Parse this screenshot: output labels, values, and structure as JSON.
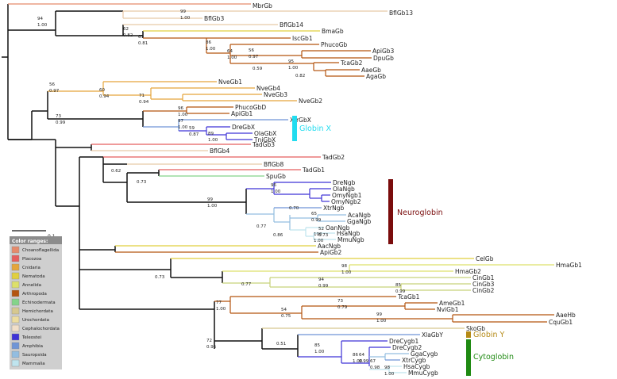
{
  "tips": [
    {
      "name": "MbrGb",
      "c": "orange"
    },
    {
      "name": "BflGb13",
      "c": "cep"
    },
    {
      "name": "BflGb3",
      "c": "cep"
    },
    {
      "name": "BflGb14",
      "c": "cep"
    },
    {
      "name": "BmaGb",
      "c": "nem"
    },
    {
      "name": "IscGb1",
      "c": "art"
    },
    {
      "name": "PhucoGb",
      "c": "art"
    },
    {
      "name": "ApiGb3",
      "c": "art"
    },
    {
      "name": "DpuGb",
      "c": "art"
    },
    {
      "name": "TcaGb2",
      "c": "art"
    },
    {
      "name": "AaeGb",
      "c": "art"
    },
    {
      "name": "AgaGb",
      "c": "art"
    },
    {
      "name": "NveGb1",
      "c": "cni"
    },
    {
      "name": "NveGb4",
      "c": "cni"
    },
    {
      "name": "NveGb3",
      "c": "cni"
    },
    {
      "name": "NveGb2",
      "c": "cni"
    },
    {
      "name": "PhucoGbD",
      "c": "art"
    },
    {
      "name": "ApiGb1",
      "c": "art"
    },
    {
      "name": "XtrGbX",
      "c": "amp"
    },
    {
      "name": "DreGbX",
      "c": "tel"
    },
    {
      "name": "OlaGbX",
      "c": "tel"
    },
    {
      "name": "TniGbX",
      "c": "tel"
    },
    {
      "name": "TadGb3",
      "c": "pla"
    },
    {
      "name": "BflGb4",
      "c": "cep"
    },
    {
      "name": "TadGb2",
      "c": "pla"
    },
    {
      "name": "BflGb8",
      "c": "cep"
    },
    {
      "name": "TadGb1",
      "c": "pla"
    },
    {
      "name": "SpuGb",
      "c": "ech"
    },
    {
      "name": "DreNgb",
      "c": "tel"
    },
    {
      "name": "OlaNgb",
      "c": "tel"
    },
    {
      "name": "OmyNgb1",
      "c": "tel"
    },
    {
      "name": "OmyNgb2",
      "c": "tel"
    },
    {
      "name": "XtrNgb",
      "c": "amp"
    },
    {
      "name": "AcaNgb",
      "c": "sau"
    },
    {
      "name": "GgaNgb",
      "c": "sau"
    },
    {
      "name": "OanNgb",
      "c": "mam"
    },
    {
      "name": "HsaNgb",
      "c": "mam"
    },
    {
      "name": "MmuNgb",
      "c": "mam"
    },
    {
      "name": "AacNgb",
      "c": "nem"
    },
    {
      "name": "ApiGb2",
      "c": "art"
    },
    {
      "name": "CelGb",
      "c": "nem"
    },
    {
      "name": "HmaGb1",
      "c": "ann"
    },
    {
      "name": "HmaGb2",
      "c": "ann"
    },
    {
      "name": "CinGb1",
      "c": "uro"
    },
    {
      "name": "CinGb3",
      "c": "uro"
    },
    {
      "name": "CinGb2",
      "c": "uro"
    },
    {
      "name": "TcaGb1",
      "c": "art"
    },
    {
      "name": "AmeGb1",
      "c": "art"
    },
    {
      "name": "NviGb1",
      "c": "art"
    },
    {
      "name": "AaeHb",
      "c": "art"
    },
    {
      "name": "CquGb1",
      "c": "art"
    },
    {
      "name": "SkoGb",
      "c": "hem"
    },
    {
      "name": "XlaGbY",
      "c": "amp"
    },
    {
      "name": "DreCygb1",
      "c": "tel"
    },
    {
      "name": "DreCygb2",
      "c": "tel"
    },
    {
      "name": "GgaCygb",
      "c": "sau"
    },
    {
      "name": "XtrCygb",
      "c": "amp"
    },
    {
      "name": "HsaCygb",
      "c": "mam"
    },
    {
      "name": "MmuCygb",
      "c": "mam"
    }
  ],
  "supports": [
    {
      "top": "94",
      "bottom": "1.00"
    },
    {
      "top": "99",
      "bottom": "1.00"
    },
    {
      "top": "62",
      "bottom": "0.82"
    },
    {
      "top": "67",
      "bottom": "0.81"
    },
    {
      "top": "86",
      "bottom": "1.00"
    },
    {
      "top": "64",
      "bottom": "1.00"
    },
    {
      "top": "56",
      "bottom": "0.97"
    },
    {
      "top": "",
      "bottom": "0.59"
    },
    {
      "top": "95",
      "bottom": "1.00"
    },
    {
      "top": "",
      "bottom": "0.82"
    },
    {
      "top": "56",
      "bottom": "0.97"
    },
    {
      "top": "60",
      "bottom": "0.94"
    },
    {
      "top": "71",
      "bottom": "0.94"
    },
    {
      "top": "96",
      "bottom": "1.00"
    },
    {
      "top": "73",
      "bottom": "0.99"
    },
    {
      "top": "97",
      "bottom": "1.00"
    },
    {
      "top": "59",
      "bottom": "0.87"
    },
    {
      "top": "89",
      "bottom": "1.00"
    },
    {
      "top": "",
      "bottom": "0.62"
    },
    {
      "top": "",
      "bottom": "0.73"
    },
    {
      "top": "99",
      "bottom": "1.00"
    },
    {
      "top": "96",
      "bottom": "1.00"
    },
    {
      "top": "",
      "bottom": "0.70"
    },
    {
      "top": "",
      "bottom": "0.77"
    },
    {
      "top": "65",
      "bottom": "0.99"
    },
    {
      "top": "",
      "bottom": "0.86"
    },
    {
      "top": "52",
      "bottom": "0.73"
    },
    {
      "top": "100",
      "bottom": "1.00"
    },
    {
      "top": "",
      "bottom": "0.73"
    },
    {
      "top": "98",
      "bottom": "1.00"
    },
    {
      "top": "",
      "bottom": "0.77"
    },
    {
      "top": "94",
      "bottom": "0.99"
    },
    {
      "top": "85",
      "bottom": "0.99"
    },
    {
      "top": "77",
      "bottom": "1.00"
    },
    {
      "top": "73",
      "bottom": "0.79"
    },
    {
      "top": "54",
      "bottom": "0.75"
    },
    {
      "top": "99",
      "bottom": "1.00"
    },
    {
      "top": "72",
      "bottom": "0.95"
    },
    {
      "top": "",
      "bottom": "0.51"
    },
    {
      "top": "85",
      "bottom": "1.00"
    },
    {
      "top": "86",
      "bottom": "1.00"
    },
    {
      "top": "64",
      "bottom": "0.99"
    },
    {
      "top": "67",
      "bottom": "0.98"
    },
    {
      "top": "98",
      "bottom": "1.00"
    }
  ],
  "groups": [
    {
      "label": "Globin X",
      "color": "#22dcef"
    },
    {
      "label": "Neuroglobin",
      "color": "#7a0c0c"
    },
    {
      "label": "Globin Y",
      "color": "#b58a16"
    },
    {
      "label": "Cytoglobin",
      "color": "#1f8a12"
    }
  ],
  "scale_label": "0.1",
  "legend": {
    "title": "Color ranges:",
    "items": [
      {
        "label": "Choanoflagellida",
        "color": "#e58a6b"
      },
      {
        "label": "Placozoa",
        "color": "#e55e5e"
      },
      {
        "label": "Cnidaria",
        "color": "#e5a53b"
      },
      {
        "label": "Nematoda",
        "color": "#e0cf3f"
      },
      {
        "label": "Annelida",
        "color": "#dde06a"
      },
      {
        "label": "Arthropoda",
        "color": "#b3540f"
      },
      {
        "label": "Echinodermata",
        "color": "#83d48a"
      },
      {
        "label": "Hemichordata",
        "color": "#d6c88f"
      },
      {
        "label": "Urochordata",
        "color": "#eddd9f"
      },
      {
        "label": "Cephalochordata",
        "color": "#f1dfc9"
      },
      {
        "label": "Teleostei",
        "color": "#3e33d6"
      },
      {
        "label": "Amphibia",
        "color": "#6f95d6"
      },
      {
        "label": "Sauropsida",
        "color": "#93bde0"
      },
      {
        "label": "Mammalia",
        "color": "#bfe4ee"
      }
    ]
  },
  "clade_colors": {
    "orange": "#e58a6b",
    "pla": "#e55e5e",
    "cni": "#e5a53b",
    "nem": "#e0cf3f",
    "ann": "#dde06a",
    "art": "#b3540f",
    "ech": "#83d48a",
    "hem": "#d6c88f",
    "uro": "#c8d27a",
    "cep": "#e8c9a8",
    "tel": "#3e33d6",
    "amp": "#6f95d6",
    "sau": "#93bde0",
    "mam": "#bfe4ee",
    "root": "#111111"
  }
}
